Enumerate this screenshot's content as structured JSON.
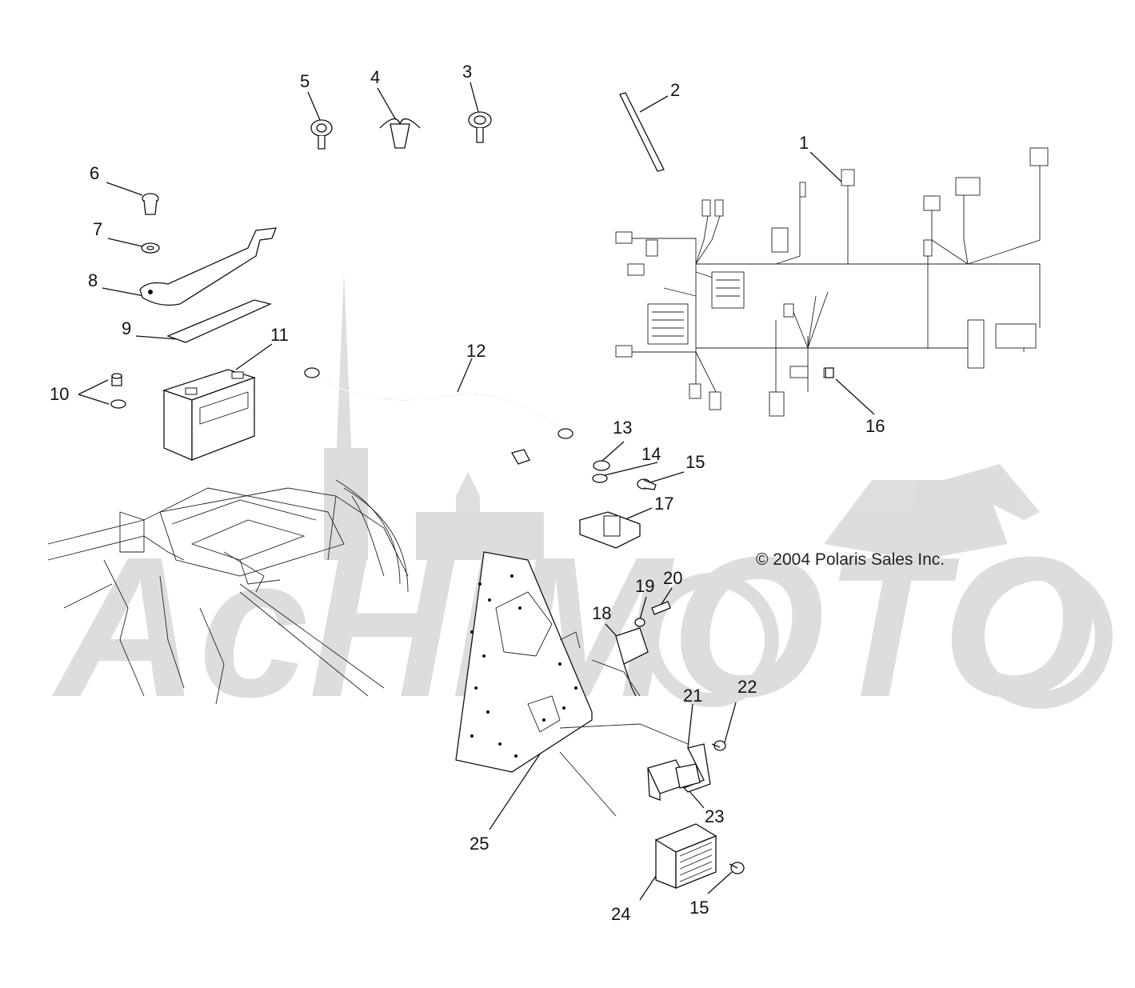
{
  "copyright": "© 2004 Polaris Sales Inc.",
  "watermark": "AcHIMOTO",
  "callouts": [
    {
      "id": "1",
      "label": "1"
    },
    {
      "id": "2",
      "label": "2"
    },
    {
      "id": "3",
      "label": "3"
    },
    {
      "id": "4",
      "label": "4"
    },
    {
      "id": "5",
      "label": "5"
    },
    {
      "id": "6",
      "label": "6"
    },
    {
      "id": "7",
      "label": "7"
    },
    {
      "id": "8",
      "label": "8"
    },
    {
      "id": "9",
      "label": "9"
    },
    {
      "id": "10",
      "label": "10"
    },
    {
      "id": "11",
      "label": "11"
    },
    {
      "id": "12",
      "label": "12"
    },
    {
      "id": "13",
      "label": "13"
    },
    {
      "id": "14",
      "label": "14"
    },
    {
      "id": "15a",
      "label": "15"
    },
    {
      "id": "16",
      "label": "16"
    },
    {
      "id": "17",
      "label": "17"
    },
    {
      "id": "18",
      "label": "18"
    },
    {
      "id": "19",
      "label": "19"
    },
    {
      "id": "20",
      "label": "20"
    },
    {
      "id": "21",
      "label": "21"
    },
    {
      "id": "22",
      "label": "22"
    },
    {
      "id": "23",
      "label": "23"
    },
    {
      "id": "24",
      "label": "24"
    },
    {
      "id": "15b",
      "label": "15"
    },
    {
      "id": "25",
      "label": "25"
    }
  ]
}
